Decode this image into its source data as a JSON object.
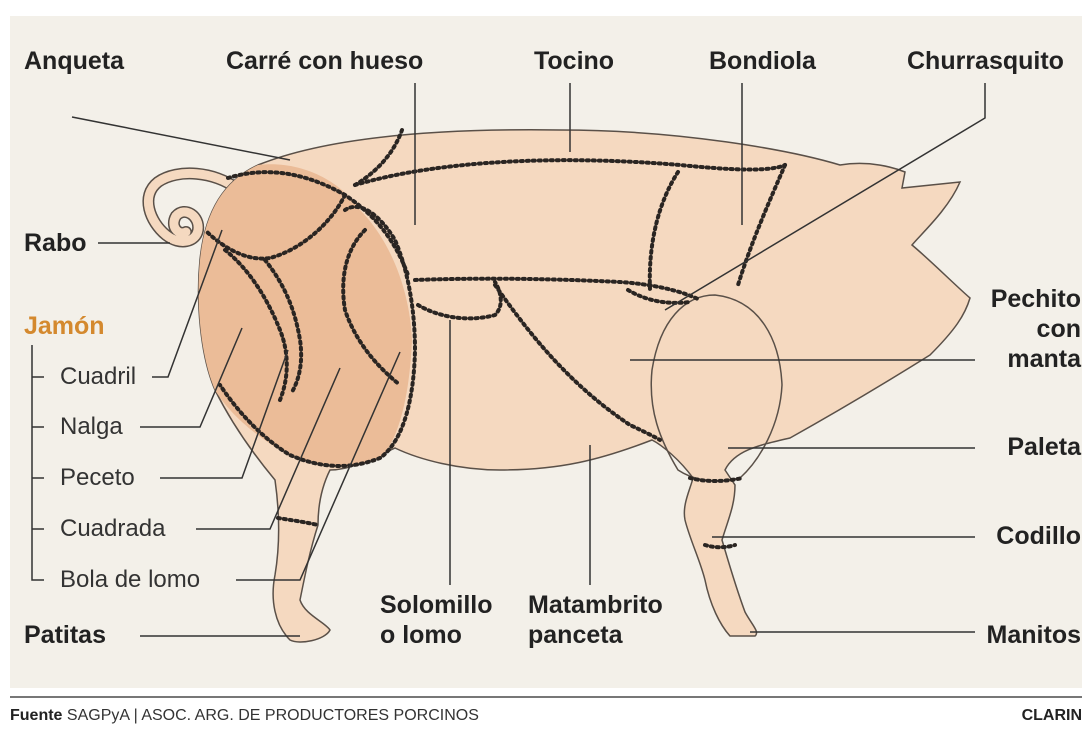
{
  "labels": {
    "anqueta": "Anqueta",
    "carre": "Carré con hueso",
    "tocino": "Tocino",
    "bondiola": "Bondiola",
    "churrasquito": "Churrasquito",
    "rabo": "Rabo",
    "pechito_line1": "Pechito",
    "pechito_line2": "con",
    "pechito_line3": "manta",
    "paleta": "Paleta",
    "codillo": "Codillo",
    "manitos": "Manitos",
    "patitas": "Patitas",
    "solomillo_line1": "Solomillo",
    "solomillo_line2": "o lomo",
    "matambrito_line1": "Matambrito",
    "matambrito_line2": "panceta"
  },
  "jamon": {
    "title": "Jamón",
    "title_color": "#d4892e",
    "items": [
      "Cuadril",
      "Nalga",
      "Peceto",
      "Cuadrada",
      "Bola de lomo"
    ]
  },
  "colors": {
    "body": "#f5d9c0",
    "ham": "#ebbc98",
    "outline": "#5a5048",
    "dots": "#2a2522",
    "leader": "#333333",
    "background": "#f3f0e9"
  },
  "footer": {
    "source_label": "Fuente",
    "source_text": "SAGPyA | ASOC. ARG. DE PRODUCTORES PORCINOS",
    "credit": "CLARIN"
  }
}
